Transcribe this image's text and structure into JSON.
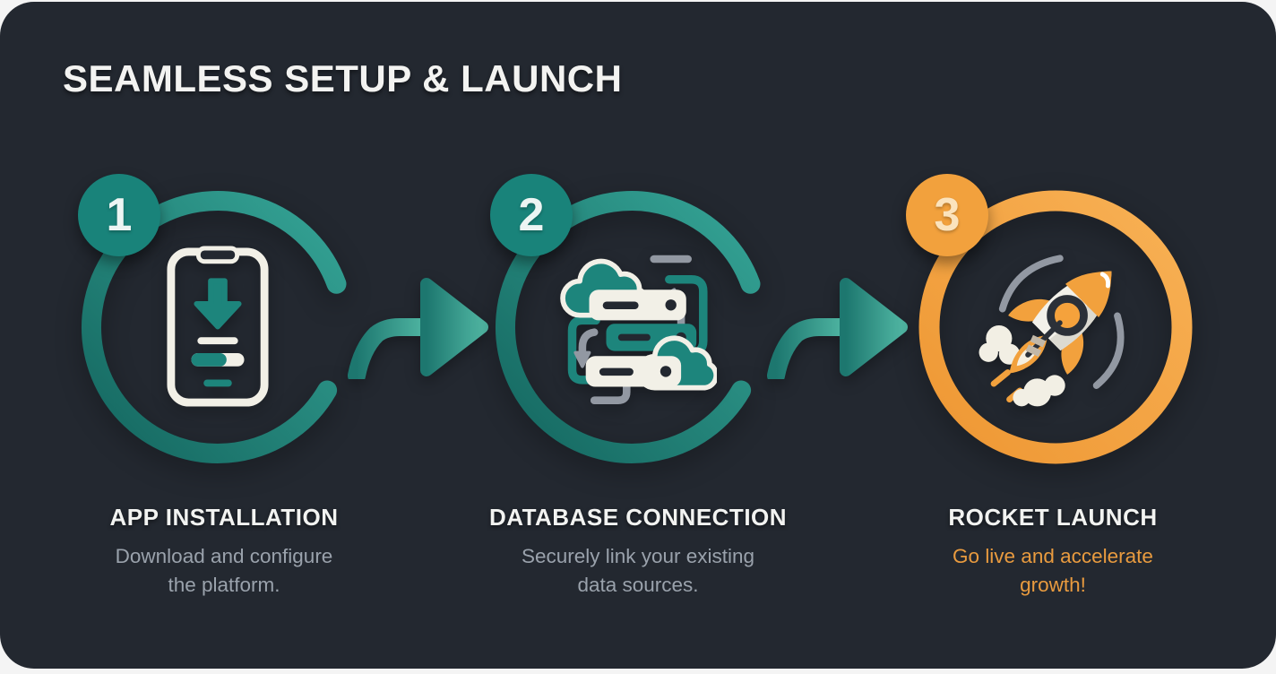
{
  "title": "SEAMLESS SETUP & LAUNCH",
  "steps": [
    {
      "number": "1",
      "title": "APP INSTALLATION",
      "description_lines": [
        "Download and configure",
        "the platform."
      ],
      "icon": "phone-download-icon",
      "accent_color": "#1d857c"
    },
    {
      "number": "2",
      "title": "DATABASE CONNECTION",
      "description_lines": [
        "Securely link your existing",
        "data sources."
      ],
      "icon": "cloud-database-sync-icon",
      "accent_color": "#1d857c"
    },
    {
      "number": "3",
      "title": "ROCKET LAUNCH",
      "description_lines": [
        "Go live and accelerate",
        "growth!"
      ],
      "icon": "rocket-icon",
      "accent_color": "#f2a13d"
    }
  ],
  "colors": {
    "card_background": "#232830",
    "teal": "#1d857c",
    "teal_dark": "#14665f",
    "teal_light": "#3aa897",
    "orange": "#f2a13d",
    "heading_text": "#f2f3f1",
    "muted_text": "#9aa2ac",
    "orange_text": "#e99b3f",
    "icon_cream": "#f2f0e7",
    "icon_gray": "#9298a2"
  }
}
